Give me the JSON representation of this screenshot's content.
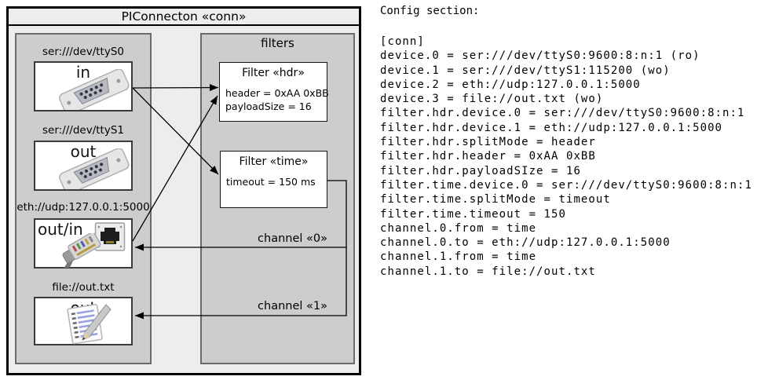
{
  "diagram": {
    "title": "PIConnecton «conn»",
    "devices_panel": {
      "devices": [
        {
          "label": "ser:///dev/ttyS0",
          "direction": "in",
          "icon": "serial-connector"
        },
        {
          "label": "ser:///dev/ttyS1",
          "direction": "out",
          "icon": "serial-connector"
        },
        {
          "label": "eth://udp:127.0.0.1:5000",
          "direction": "out/in",
          "icon": "ethernet-connector"
        },
        {
          "label": "file://out.txt",
          "direction": "out",
          "icon": "notepad"
        }
      ]
    },
    "filters_panel": {
      "title": "filters",
      "filters": [
        {
          "title": "Filter «hdr»",
          "properties": [
            "header = 0xAA 0xBB",
            "payloadSize = 16"
          ]
        },
        {
          "title": "Filter «time»",
          "properties": [
            "timeout = 150 ms"
          ]
        }
      ]
    },
    "channels": [
      {
        "label": "channel «0»"
      },
      {
        "label": "channel «1»"
      }
    ]
  },
  "config": {
    "heading": "Config section:",
    "lines": [
      "[conn]",
      "device.0 = ser:///dev/ttyS0:9600:8:n:1 (ro)",
      "device.1 = ser:///dev/ttyS1:115200 (wo)",
      "device.2 = eth://udp:127.0.0.1:5000",
      "device.3 = file://out.txt (wo)",
      "filter.hdr.device.0 = ser:///dev/ttyS0:9600:8:n:1",
      "filter.hdr.device.1 = eth://udp:127.0.0.1:5000",
      "filter.hdr.splitMode = header",
      "filter.hdr.header = 0xAA 0xBB",
      "filter.hdr.payloadSIze = 16",
      "filter.time.device.0 = ser:///dev/ttyS0:9600:8:n:1",
      "filter.time.splitMode = timeout",
      "filter.time.timeout = 150",
      "channel.0.from = time",
      "channel.0.to = eth://udp:127.0.0.1:5000",
      "channel.1.from = time",
      "channel.1.to = file://out.txt"
    ]
  }
}
